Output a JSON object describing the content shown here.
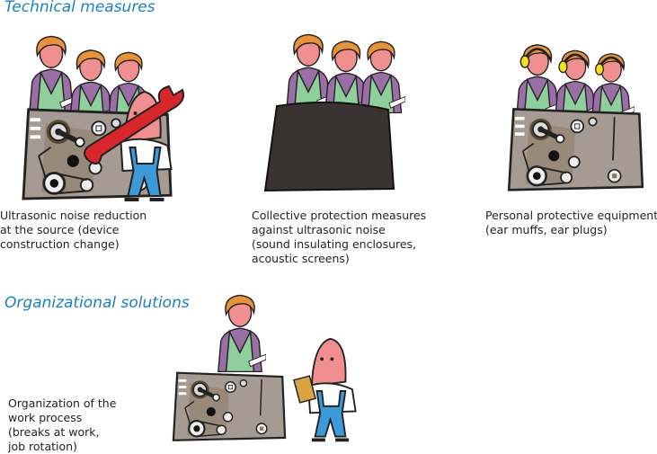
{
  "sections": {
    "technical": {
      "title": "Technical measures",
      "items": [
        {
          "lines": [
            "Ultrasonic noise reduction",
            "at the source (device",
            "construction change)"
          ]
        },
        {
          "lines": [
            "Collective protection measures",
            "against ultrasonic noise",
            "(sound insulating enclosures,",
            "acoustic screens)"
          ]
        },
        {
          "lines": [
            "Personal protective equipment",
            "(ear muffs, ear plugs)"
          ]
        }
      ]
    },
    "organizational": {
      "title": "Organizational solutions",
      "items": [
        {
          "lines": [
            "Organization of the",
            "work process",
            "(breaks at work,",
            "job rotation)"
          ]
        }
      ]
    }
  },
  "colors": {
    "heading": "#1b7fc4",
    "machine": "#a69b93",
    "enclosure": "#3a3331",
    "hair": "#e8923a",
    "face": "#ef8f8f",
    "vest": "#8fcf9c",
    "sleeve": "#9a6fa6",
    "overalls": "#3d9ad8",
    "wrench": "#d8272a",
    "earmuff": "#f3e21a"
  }
}
